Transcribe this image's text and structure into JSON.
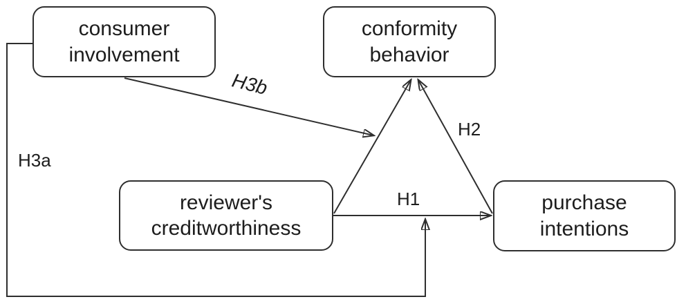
{
  "figure": {
    "type": "path-model-diagram",
    "background_color": "#ffffff",
    "line_color": "#2e2e2e",
    "text_color": "#1d1d1d",
    "nodes": [
      {
        "id": "consumer-involvement",
        "label": "consumer\ninvolvement"
      },
      {
        "id": "conformity-behavior",
        "label": "conformity\nbehavior"
      },
      {
        "id": "reviewers-creditworthiness",
        "label": "reviewer's\ncreditworthiness"
      },
      {
        "id": "purchase-intentions",
        "label": "purchase\nintentions"
      }
    ],
    "edges": [
      {
        "id": "h1",
        "label": "H1",
        "from": "reviewers-creditworthiness",
        "to": "purchase-intentions"
      },
      {
        "id": "h2",
        "label": "H2",
        "from": "purchase-intentions",
        "to": "conformity-behavior"
      },
      {
        "id": "h3a",
        "label": "H3a",
        "from": "consumer-involvement",
        "to": "h1-path"
      },
      {
        "id": "h3b",
        "label": "H3b",
        "from": "consumer-involvement",
        "to": "creditworthiness-conformity-path"
      },
      {
        "id": "creditworthiness-conformity",
        "label": "",
        "from": "reviewers-creditworthiness",
        "to": "conformity-behavior"
      }
    ]
  }
}
